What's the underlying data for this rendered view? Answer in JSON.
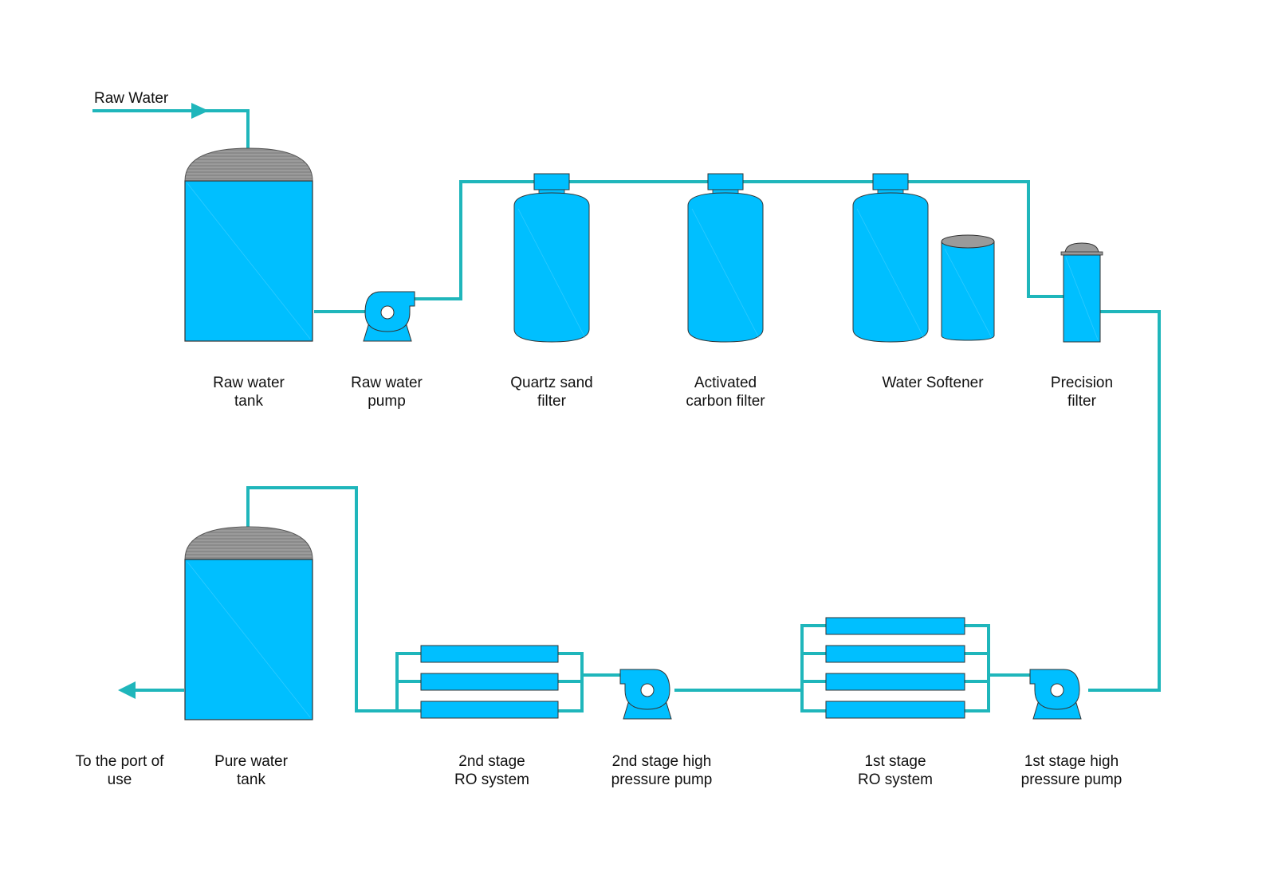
{
  "colors": {
    "pipe": "#1fb6bb",
    "water": "#00bfff",
    "water_dark": "#009ed6",
    "dome": "#8f8f8f",
    "outline": "#333333",
    "text": "#111111"
  },
  "inlet_label": "Raw Water",
  "labels": {
    "raw_water_tank": [
      "Raw water",
      "tank"
    ],
    "raw_water_pump": [
      "Raw water",
      "pump"
    ],
    "quartz_sand_filter": [
      "Quartz sand",
      "filter"
    ],
    "activated_carbon_filter": [
      "Activated",
      "carbon filter"
    ],
    "water_softener": [
      "Water Softener"
    ],
    "precision_filter": [
      "Precision",
      "filter"
    ],
    "outlet": [
      "To the port of",
      "use"
    ],
    "pure_water_tank": [
      "Pure water",
      "tank"
    ],
    "ro_stage2": [
      "2nd stage",
      "RO system"
    ],
    "pump_stage2": [
      "2nd stage high",
      "pressure pump"
    ],
    "ro_stage1": [
      "1st stage",
      "RO system"
    ],
    "pump_stage1": [
      "1st stage high",
      "pressure pump"
    ]
  }
}
